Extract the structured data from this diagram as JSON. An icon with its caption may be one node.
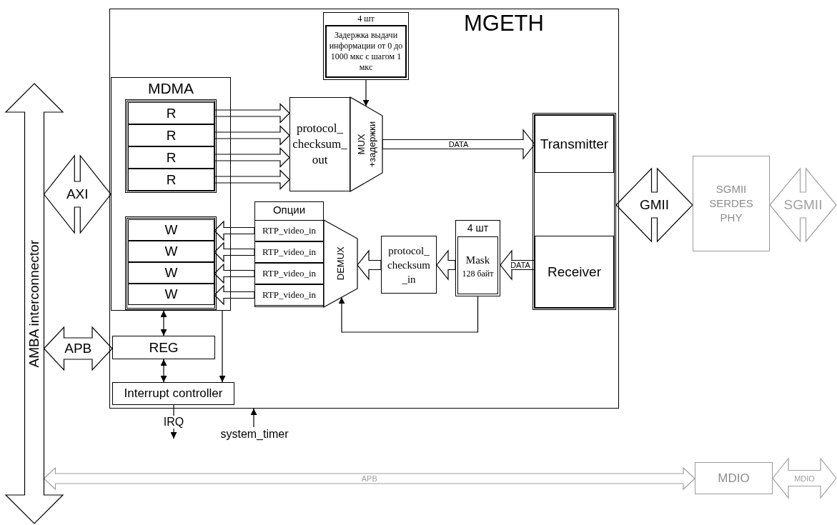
{
  "diagram": {
    "nodes": [
      {
        "text": [
          "MGETH"
        ]
      },
      {
        "text": [
          "4 шт"
        ],
        "in": 0
      },
      {
        "text": [
          "Задержка выдачи информации от 0 до 1000 мкс с шагом 1 мкс"
        ],
        "in": 1
      },
      {
        "text": [
          "MDMA"
        ],
        "in": 0
      },
      {
        "text": [
          "R"
        ],
        "in": 3
      },
      {
        "text": [
          "R"
        ],
        "in": 3
      },
      {
        "text": [
          "R"
        ],
        "in": 3
      },
      {
        "text": [
          "R"
        ],
        "in": 3
      },
      {
        "text": [
          "W"
        ],
        "in": 3
      },
      {
        "text": [
          "W"
        ],
        "in": 3
      },
      {
        "text": [
          "W"
        ],
        "in": 3
      },
      {
        "text": [
          "W"
        ],
        "in": 3
      },
      {
        "text": [
          "protocol_ checksum_ out"
        ],
        "in": 0
      },
      {
        "text": [
          "MUX +задержки"
        ],
        "in": 0
      },
      {
        "text": [],
        "shape": "box",
        "in": 0
      },
      {
        "text": [
          "Transmitter"
        ],
        "in": 14
      },
      {
        "text": [
          "Receiver"
        ],
        "in": 14
      },
      {
        "text": [
          "Опции"
        ],
        "in": 0
      },
      {
        "text": [
          "RTP_video_in"
        ],
        "in": 17
      },
      {
        "text": [
          "RTP_video_in"
        ],
        "in": 17
      },
      {
        "text": [
          "RTP_video_in"
        ],
        "in": 17
      },
      {
        "text": [
          "RTP_video_in"
        ],
        "in": 17
      },
      {
        "text": [
          "DEMUX"
        ],
        "in": 0
      },
      {
        "text": [
          "protocol_ checksum _in"
        ],
        "in": 0
      },
      {
        "text": [
          "4 шт"
        ],
        "in": 0
      },
      {
        "text": [
          "Mask",
          "128 байт"
        ],
        "in": 24
      },
      {
        "text": [
          "REG"
        ],
        "in": 0
      },
      {
        "text": [
          "Interrupt controller"
        ],
        "in": 0
      },
      {
        "text": [
          "SGMII SERDES PHY"
        ]
      },
      {
        "text": [
          "MDIO"
        ]
      },
      {
        "text": [
          "AMBA interconnector"
        ]
      },
      {
        "text": [
          "system_timer"
        ]
      }
    ],
    "edges": [
      {
        "from": 4,
        "to": 12,
        "arrow": "to",
        "style": "thick"
      },
      {
        "from": 5,
        "to": 12,
        "arrow": "to",
        "style": "thick"
      },
      {
        "from": 6,
        "to": 12,
        "arrow": "to",
        "style": "thick"
      },
      {
        "from": 7,
        "to": 12,
        "arrow": "to",
        "style": "thick"
      },
      {
        "from": 1,
        "to": 13,
        "arrow": "to"
      },
      {
        "from": 13,
        "to": 15,
        "arrow": "to",
        "style": "thick",
        "label": "DATA"
      },
      {
        "from": 16,
        "to": 24,
        "arrow": "to",
        "style": "thick",
        "label": "DATA"
      },
      {
        "from": 24,
        "to": 23,
        "arrow": "to",
        "style": "thick"
      },
      {
        "from": 23,
        "to": 22,
        "arrow": "to",
        "style": "thick"
      },
      {
        "from": 18,
        "to": 8,
        "arrow": "to",
        "style": "thick"
      },
      {
        "from": 19,
        "to": 9,
        "arrow": "to",
        "style": "thick"
      },
      {
        "from": 20,
        "to": 10,
        "arrow": "to",
        "style": "thick"
      },
      {
        "from": 21,
        "to": 11,
        "arrow": "to",
        "style": "thick"
      },
      {
        "from": 24,
        "to": 22,
        "arrow": "to"
      },
      {
        "from": 3,
        "to": 26,
        "arrow": "both"
      },
      {
        "from": 26,
        "to": 27,
        "arrow": "both"
      },
      {
        "from": 3,
        "to": 27,
        "arrow": "to"
      },
      {
        "from": 27,
        "to": null,
        "arrow": "to",
        "label": "IRQ"
      },
      {
        "from": 31,
        "to": 0,
        "arrow": "to"
      },
      {
        "from": 30,
        "to": 29,
        "arrow": "both",
        "style": "thick",
        "color": "#a0a0a0",
        "label": "APB"
      },
      {
        "from": 30,
        "to": 3,
        "arrow": "both",
        "style": "thick",
        "label": "AXI"
      },
      {
        "from": 30,
        "to": 26,
        "arrow": "both",
        "style": "thick",
        "label": "APB"
      },
      {
        "from": 14,
        "to": 28,
        "arrow": "both",
        "style": "thick",
        "label": "GMII"
      },
      {
        "from": 28,
        "to": null,
        "arrow": "both",
        "style": "thick",
        "color": "#a0a0a0",
        "label": "SGMII"
      },
      {
        "from": 29,
        "to": null,
        "arrow": "both",
        "style": "thick",
        "color": "#a0a0a0",
        "label": "MDIO"
      }
    ]
  }
}
